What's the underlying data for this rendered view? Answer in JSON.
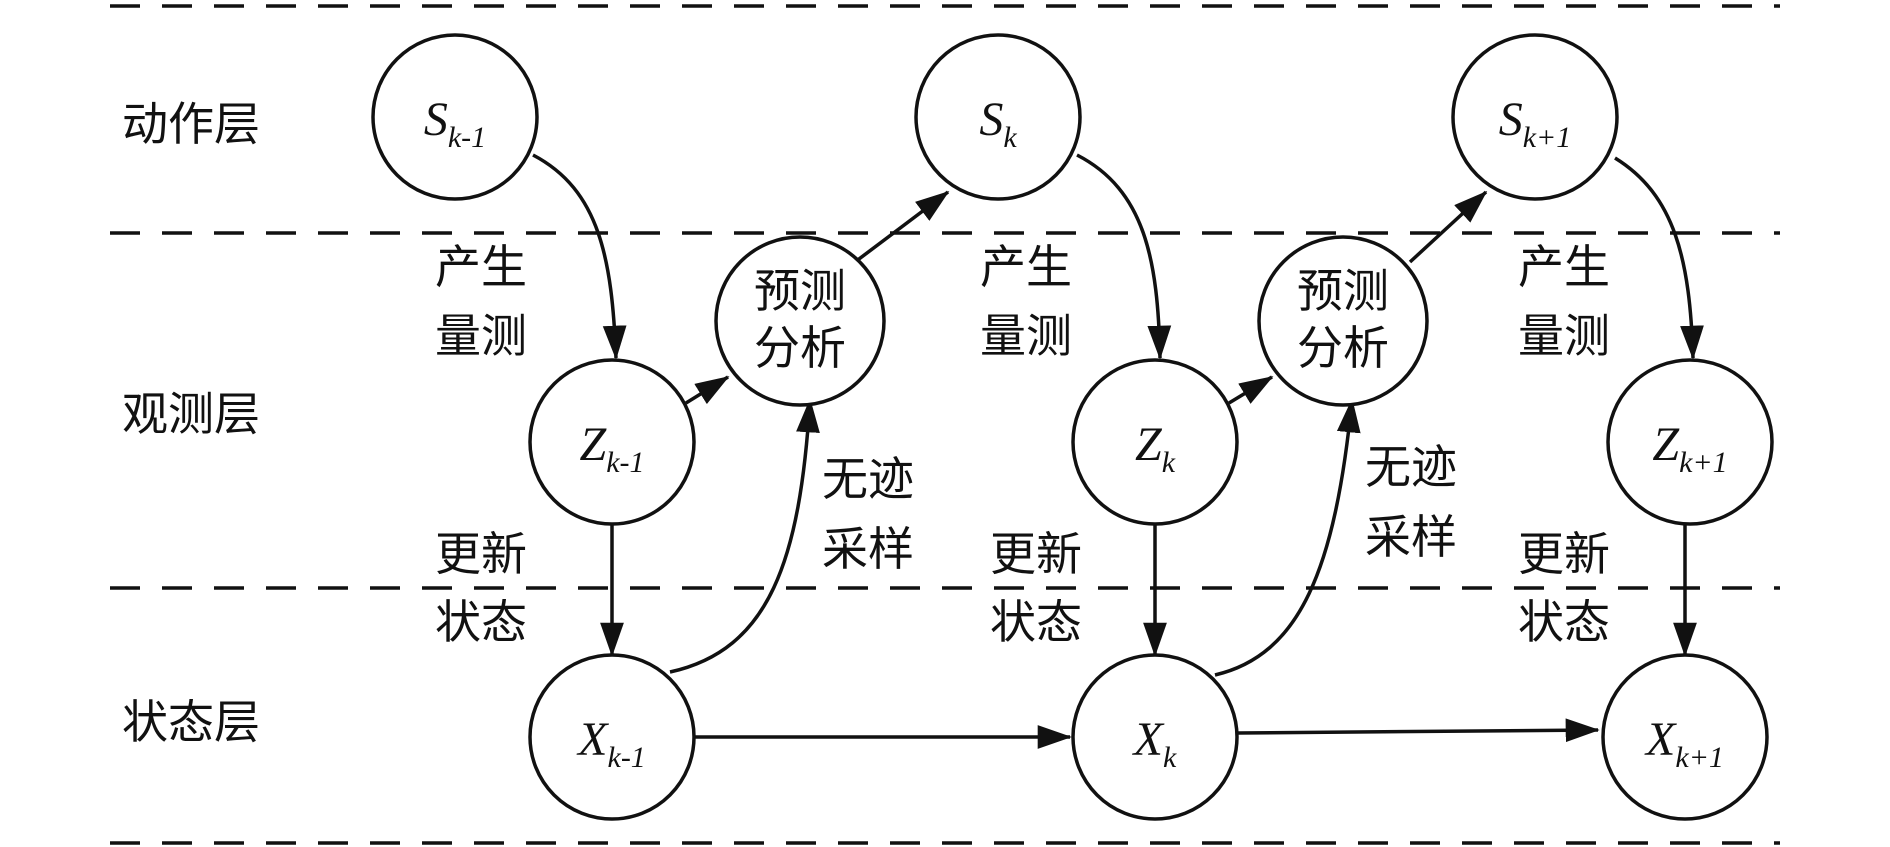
{
  "layers": {
    "action": "动作层",
    "observation": "观测层",
    "state": "状态层"
  },
  "nodes": {
    "s_prev": {
      "main": "S",
      "sub": "k-1"
    },
    "s_cur": {
      "main": "S",
      "sub": "k"
    },
    "s_next": {
      "main": "S",
      "sub": "k+1"
    },
    "z_prev": {
      "main": "Z",
      "sub": "k-1"
    },
    "z_cur": {
      "main": "Z",
      "sub": "k"
    },
    "z_next": {
      "main": "Z",
      "sub": "k+1"
    },
    "x_prev": {
      "main": "X",
      "sub": "k-1"
    },
    "x_cur": {
      "main": "X",
      "sub": "k"
    },
    "x_next": {
      "main": "X",
      "sub": "k+1"
    },
    "predict_1": {
      "line1": "预测",
      "line2": "分析"
    },
    "predict_2": {
      "line1": "预测",
      "line2": "分析"
    }
  },
  "labels": {
    "generate_1": {
      "line1": "产生",
      "line2": "量测"
    },
    "generate_2": {
      "line1": "产生",
      "line2": "量测"
    },
    "generate_3": {
      "line1": "产生",
      "line2": "量测"
    },
    "update_1": {
      "line1": "更新",
      "line2": "状态"
    },
    "update_2": {
      "line1": "更新",
      "line2": "状态"
    },
    "update_3": {
      "line1": "更新",
      "line2": "状态"
    },
    "unscented_1": {
      "line1": "无迹",
      "line2": "采样"
    },
    "unscented_2": {
      "line1": "无迹",
      "line2": "采样"
    }
  }
}
